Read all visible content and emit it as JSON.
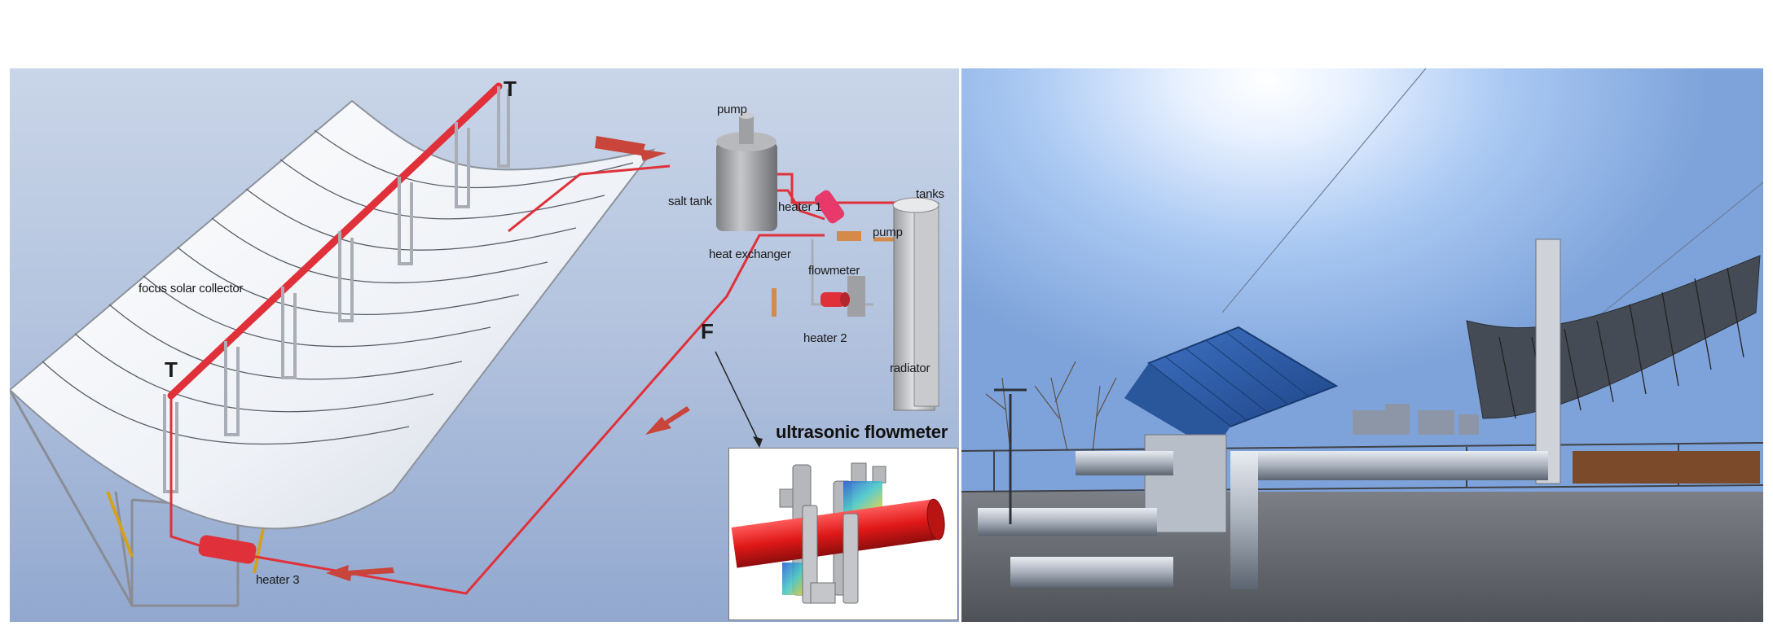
{
  "diagram": {
    "labels": {
      "pump_top": "pump",
      "salt_tank": "salt tank",
      "heater_1": "heater 1",
      "tanks": "tanks",
      "pump_right": "pump",
      "heat_exchanger": "heat exchanger",
      "flowmeter": "flowmeter",
      "heater_2": "heater 2",
      "radiator": "radiator",
      "focus_solar_collector": "focus solar collector",
      "t_top": "T",
      "t_bottom": "T",
      "f_label": "F",
      "heater_3": "heater 3",
      "ultrasonic_flowmeter": "ultrasonic flowmeter"
    },
    "colors": {
      "pipe": "#e0313a",
      "flow_arrow": "#c9443a",
      "collector": "#f4f6fa",
      "frame": "#b9bcc4",
      "roof_blue": "#2f5fae"
    }
  }
}
